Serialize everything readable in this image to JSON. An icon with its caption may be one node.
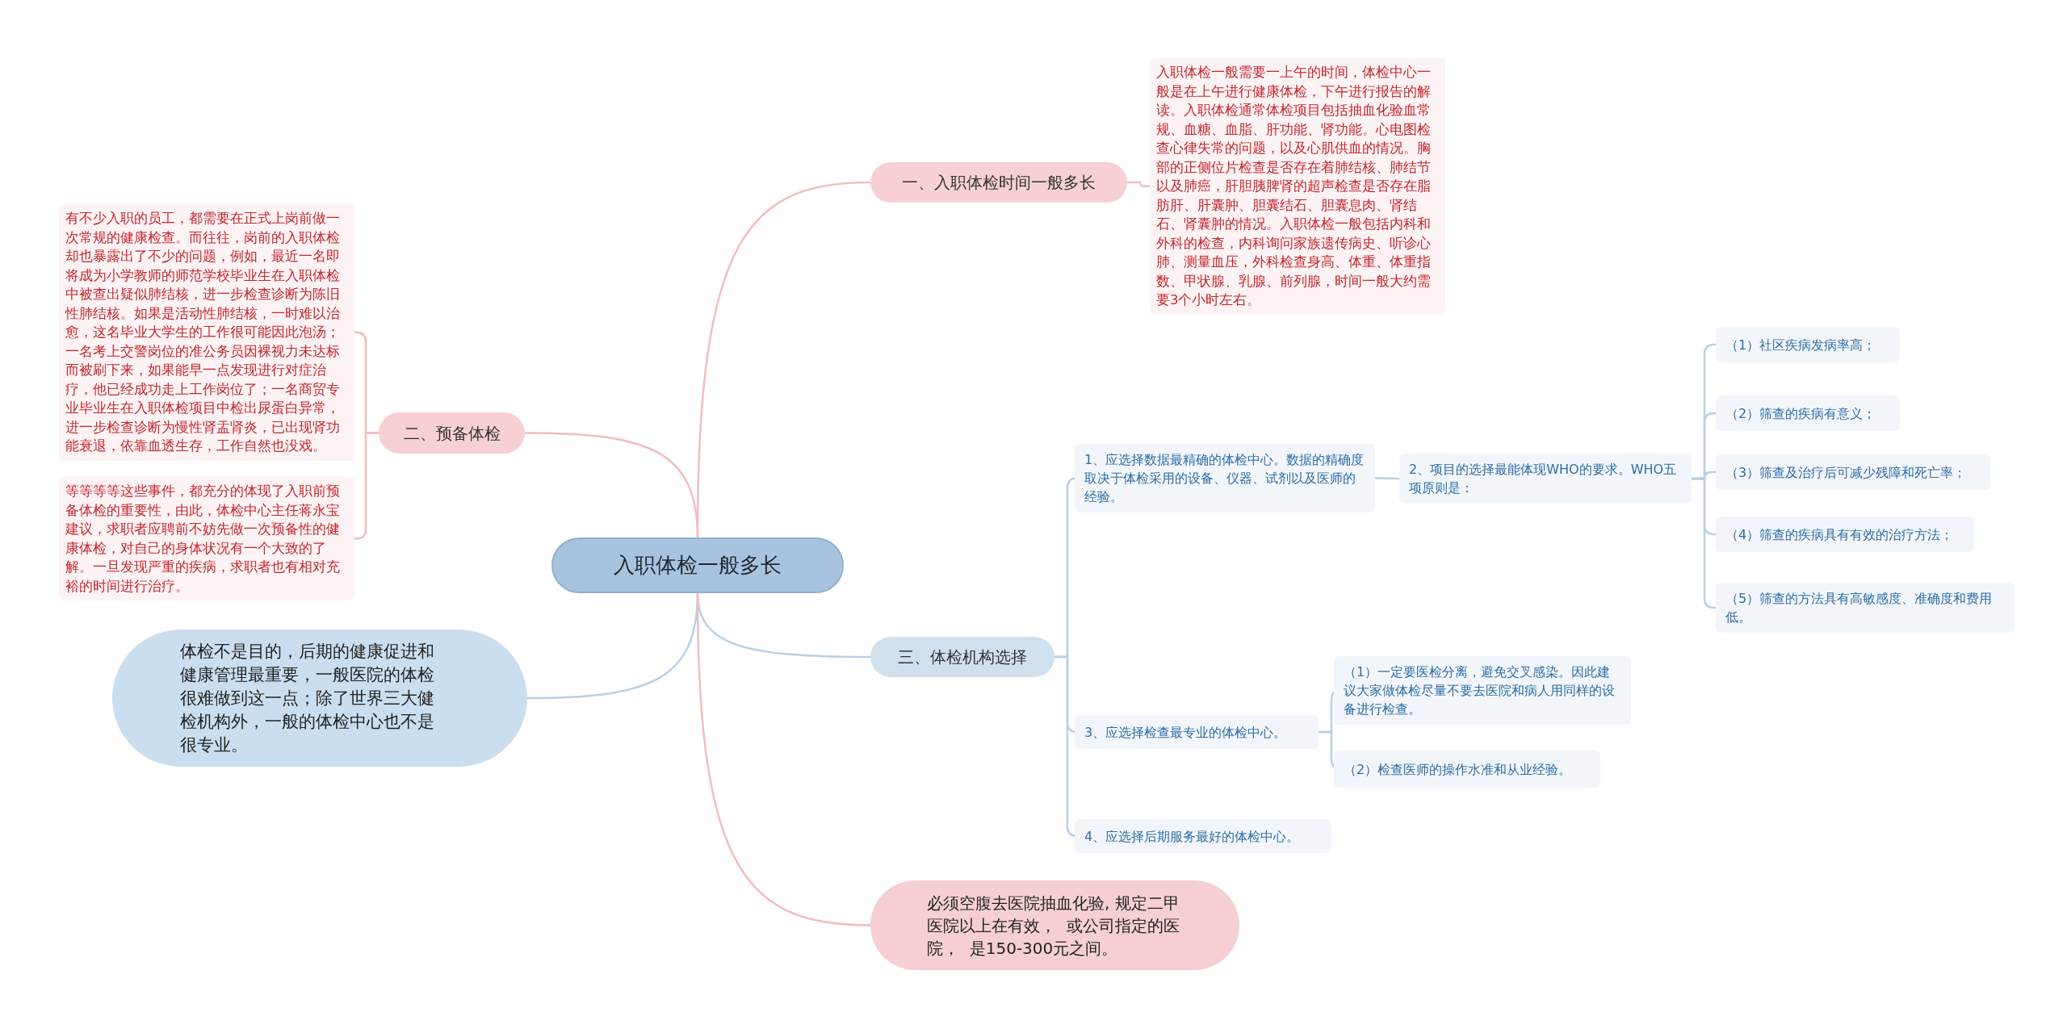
{
  "diagram": {
    "nodes": [
      {
        "text": [
          "入职体检一般多长"
        ]
      },
      {
        "text": [
          "一、入职体检时间一般多长"
        ]
      },
      {
        "text": [
          "入职体检一般需要一上午的时间，体检中心一般是在上午进行健康体检，下午进行报告的解读。入职体检通常体检项目包括抽血化验血常规、血糖、血脂、肝功能、肾功能。心电图检查心律失常的问题，以及心肌供血的情况。胸部的正侧位片检查是否存在着肺结核、肺结节以及肺癌，肝胆胰脾肾的超声检查是否存在脂肪肝、肝囊肿、胆囊结石、胆囊息肉、肾结石、肾囊肿的情况。入职体检一般包括内科和外科的检查，内科询问家族遗传病史、听诊心肺、测量血压，外科检查身高、体重、体重指数、甲状腺、乳腺、前列腺，时间一般大约需要3个小时左右。"
        ]
      },
      {
        "text": [
          "二、预备体检"
        ]
      },
      {
        "text": [
          "有不少入职的员工，都需要在正式上岗前做一次常规的健康检查。而往往，岗前的入职体检却也暴露出了不少的问题，例如，最近一名即将成为小学教师的师范学校毕业生在入职体检中被查出疑似肺结核，进一步检查诊断为陈旧性肺结核。如果是活动性肺结核，一时难以治愈，这名毕业大学生的工作很可能因此泡汤；一名考上交警岗位的准公务员因裸视力未达标而被刷下来，如果能早一点发现进行对症治疗，他已经成功走上工作岗位了；一名商贸专业毕业生在入职体检项目中检出尿蛋白异常，进一步检查诊断为慢性肾盂肾炎，已出现肾功能衰退，依靠血透生存，工作自然也没戏。"
        ]
      },
      {
        "text": [
          "等等等等这些事件，都充分的体现了入职前预备体检的重要性，由此，体检中心主任蒋永宝建议，求职者应聘前不妨先做一次预备性的健康体检，对自己的身体状况有一个大致的了解。一旦发现严重的疾病，求职者也有相对充裕的时间进行治疗。"
        ]
      },
      {
        "text": [
          "体检不是目的，后期的健康促进和健康管理最重要，一般医院的体检很难做到这一点；除了世界三大健检机构外，一般的体检中心也不是很专业。"
        ]
      },
      {
        "text": [
          "三、体检机构选择"
        ]
      },
      {
        "text": [
          "1、应选择数据最精确的体检中心。数据的精确度取决于体检采用的设备、仪器、试剂以及医师的经验。"
        ]
      },
      {
        "text": [
          "2、项目的选择最能体现WHO的要求。WHO五项原则是："
        ]
      },
      {
        "text": [
          "（1）社区疾病发病率高；"
        ]
      },
      {
        "text": [
          "（2）筛查的疾病有意义；"
        ]
      },
      {
        "text": [
          "（3）筛查及治疗后可减少残障和死亡率；"
        ]
      },
      {
        "text": [
          "（4）筛查的疾病具有有效的治疗方法；"
        ]
      },
      {
        "text": [
          "（5）筛查的方法具有高敏感度、准确度和费用低。"
        ]
      },
      {
        "text": [
          "3、应选择检查最专业的体检中心。"
        ]
      },
      {
        "text": [
          "（1）一定要医检分离，避免交叉感染。因此建议大家做体检尽量不要去医院和病人用同样的设备进行检查。"
        ]
      },
      {
        "text": [
          "（2）检查医师的操作水准和从业经验。"
        ]
      },
      {
        "text": [
          "4、应选择后期服务最好的体检中心。"
        ]
      },
      {
        "text": [
          "必须空腹去医院抽血化验, 规定二甲医院以上在有效，  或公司指定的医院，  是150-300元之间。"
        ]
      }
    ],
    "edges": [
      {
        "from": 0,
        "to": 1,
        "arrow": "none",
        "color": "#f2bcbf"
      },
      {
        "from": 1,
        "to": 2,
        "arrow": "none",
        "color": "#f2bcbf"
      },
      {
        "from": 0,
        "to": 3,
        "arrow": "none",
        "color": "#f2bcbf"
      },
      {
        "from": 3,
        "to": 4,
        "arrow": "none",
        "color": "#f2bcbf"
      },
      {
        "from": 3,
        "to": 5,
        "arrow": "none",
        "color": "#f2bcbf"
      },
      {
        "from": 0,
        "to": 6,
        "arrow": "none"
      },
      {
        "from": 0,
        "to": 7,
        "arrow": "none"
      },
      {
        "from": 7,
        "to": 8,
        "arrow": "none"
      },
      {
        "from": 8,
        "to": 9,
        "arrow": "none"
      },
      {
        "from": 9,
        "to": 10,
        "arrow": "none"
      },
      {
        "from": 9,
        "to": 11,
        "arrow": "none"
      },
      {
        "from": 9,
        "to": 12,
        "arrow": "none"
      },
      {
        "from": 9,
        "to": 13,
        "arrow": "none"
      },
      {
        "from": 9,
        "to": 14,
        "arrow": "none"
      },
      {
        "from": 7,
        "to": 15,
        "arrow": "none"
      },
      {
        "from": 15,
        "to": 16,
        "arrow": "none"
      },
      {
        "from": 15,
        "to": 17,
        "arrow": "none"
      },
      {
        "from": 7,
        "to": 18,
        "arrow": "none"
      },
      {
        "from": 0,
        "to": 19,
        "arrow": "none",
        "color": "#f2bcbf"
      }
    ]
  }
}
